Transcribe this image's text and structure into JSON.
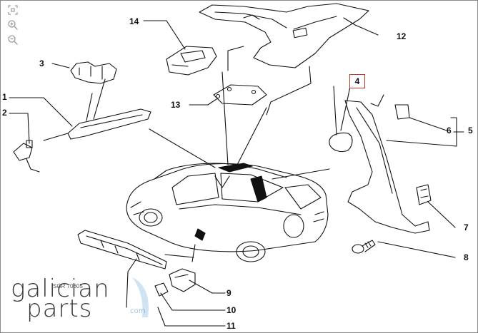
{
  "toolbar": {
    "tools": [
      {
        "icon": "fit-to-window-icon"
      },
      {
        "icon": "zoom-in-icon"
      },
      {
        "icon": "zoom-out-icon"
      }
    ]
  },
  "diagram": {
    "drawing_code": "SGR  70605",
    "highlighted_part": "4",
    "callouts": [
      "1",
      "2",
      "3",
      "5",
      "6",
      "7",
      "8",
      "9",
      "10",
      "11",
      "12",
      "13",
      "14"
    ]
  },
  "watermark": {
    "line1": "galician",
    "line2": "parts",
    "suffix": ".com"
  },
  "colors": {
    "ink": "#111111",
    "highlight_border": "#c0392b",
    "watermark_gray": "#3a3a3a",
    "watermark_blue": "#4a8ec8"
  }
}
